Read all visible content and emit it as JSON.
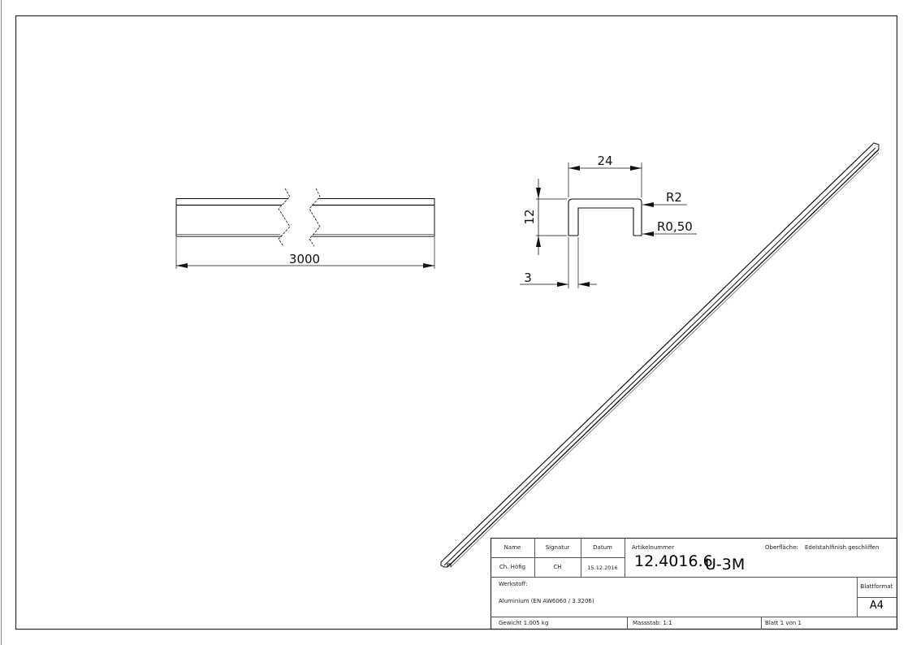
{
  "drawing": {
    "views": {
      "side_view": {
        "length_dimension": "3000"
      },
      "profile_section": {
        "width_dimension": "24",
        "height_dimension": "12",
        "thickness_dimension": "3",
        "outer_radius": "R2",
        "inner_radius": "R0,50"
      },
      "isometric_view": {
        "description": "U-profile bar, isometric"
      }
    },
    "colors": {
      "line": "#111111",
      "border": "#333333",
      "table_line": "#555555",
      "background": "#ffffff"
    }
  },
  "title_block": {
    "headers": {
      "name": "Name",
      "signature": "Signatur",
      "date": "Datum"
    },
    "values": {
      "name": "Ch. Höfig",
      "signature": "CH",
      "date": "15.12.2016"
    },
    "article_label": "Artikelnummer",
    "article_number_main": "12.4016.6",
    "article_number_suffix": "U-3M",
    "surface_label": "Oberfläche:",
    "surface_value": "Edelstahlfinish geschliffen",
    "material_label": "Werkstoff:",
    "material_value": "Aluminium (EN AW6060 / 3.3206)",
    "sheet_format_label": "Blattformat",
    "sheet_format_value": "A4",
    "weight": "Gewicht 1.005 kg",
    "scale": "Massstab: 1:1",
    "sheet": "Blatt 1 von 1"
  }
}
